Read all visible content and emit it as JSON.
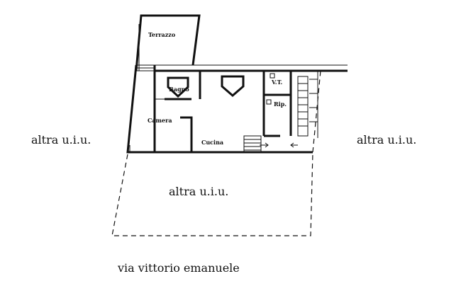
{
  "labels": {
    "terrazzo": "Terrazzo",
    "bagno": "Bagno",
    "camera": "Camera",
    "cucina": "Cucina",
    "vt": "V.T.",
    "rip": "Rip.",
    "other_unit_left": "altra u.i.u.",
    "other_unit_right": "altra u.i.u.",
    "other_unit_bottom": "altra u.i.u.",
    "street": "via vittorio emanuele"
  }
}
